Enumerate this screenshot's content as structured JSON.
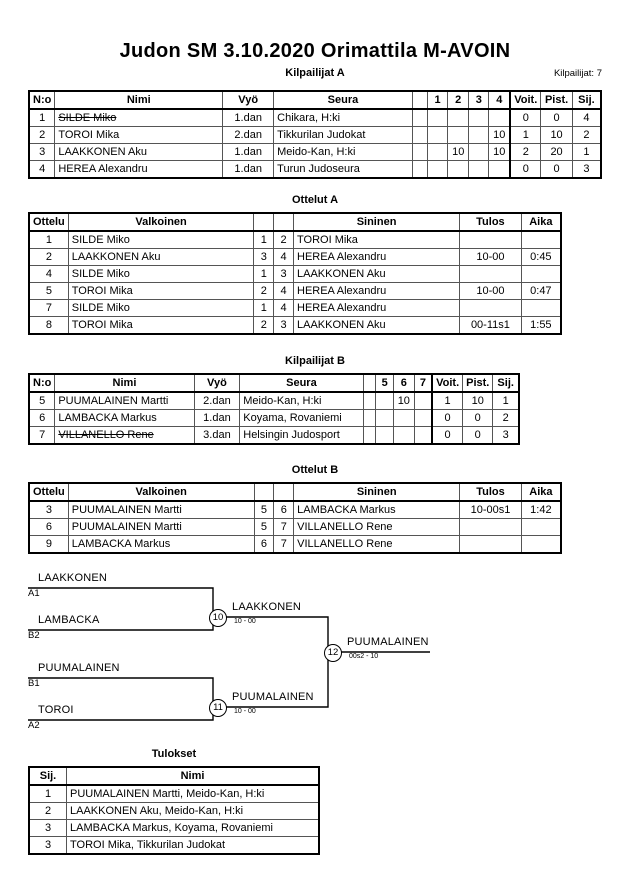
{
  "header": {
    "title": "Judon SM  3.10.2020  Orimattila   M-AVOIN",
    "subtitle": "Kilpailijat A",
    "entrants": "Kilpailijat: 7"
  },
  "pool_a": {
    "columns": [
      "N:o",
      "Nimi",
      "Vyö",
      "Seura",
      "",
      "1",
      "2",
      "3",
      "4",
      "Voit.",
      "Pist.",
      "Sij."
    ],
    "rows": [
      {
        "no": "1",
        "name": "SILDE Miko",
        "struck": true,
        "belt": "1.dan",
        "club": "Chikara, H:ki",
        "blank": "",
        "c1": "",
        "c2": "",
        "c3": "",
        "c4": "",
        "wins": "0",
        "points": "0",
        "rank": "4"
      },
      {
        "no": "2",
        "name": "TOROI Mika",
        "struck": false,
        "belt": "2.dan",
        "club": "Tikkurilan Judokat",
        "blank": "",
        "c1": "",
        "c2": "",
        "c3": "",
        "c4": "10",
        "wins": "1",
        "points": "10",
        "rank": "2"
      },
      {
        "no": "3",
        "name": "LAAKKONEN Aku",
        "struck": false,
        "belt": "1.dan",
        "club": "Meido-Kan, H:ki",
        "blank": "",
        "c1": "",
        "c2": "10",
        "c3": "",
        "c4": "10",
        "wins": "2",
        "points": "20",
        "rank": "1"
      },
      {
        "no": "4",
        "name": "HEREA Alexandru",
        "struck": false,
        "belt": "1.dan",
        "club": "Turun Judoseura",
        "blank": "",
        "c1": "",
        "c2": "",
        "c3": "",
        "c4": "",
        "wins": "0",
        "points": "0",
        "rank": "3"
      }
    ]
  },
  "matches_a": {
    "title": "Ottelut A",
    "columns": [
      "Ottelu",
      "Valkoinen",
      "",
      "",
      "Sininen",
      "Tulos",
      "Aika"
    ],
    "rows": [
      {
        "no": "1",
        "white": "SILDE Miko",
        "wn": "1",
        "bn": "2",
        "blue": "TOROI Mika",
        "result": "",
        "time": ""
      },
      {
        "no": "2",
        "white": "LAAKKONEN Aku",
        "wn": "3",
        "bn": "4",
        "blue": "HEREA Alexandru",
        "result": "10-00",
        "time": "0:45"
      },
      {
        "no": "4",
        "white": "SILDE Miko",
        "wn": "1",
        "bn": "3",
        "blue": "LAAKKONEN Aku",
        "result": "",
        "time": ""
      },
      {
        "no": "5",
        "white": "TOROI Mika",
        "wn": "2",
        "bn": "4",
        "blue": "HEREA Alexandru",
        "result": "10-00",
        "time": "0:47"
      },
      {
        "no": "7",
        "white": "SILDE Miko",
        "wn": "1",
        "bn": "4",
        "blue": "HEREA Alexandru",
        "result": "",
        "time": ""
      },
      {
        "no": "8",
        "white": "TOROI Mika",
        "wn": "2",
        "bn": "3",
        "blue": "LAAKKONEN Aku",
        "result": "00-11s1",
        "time": "1:55"
      }
    ]
  },
  "pool_b": {
    "title": "Kilpailijat B",
    "columns": [
      "N:o",
      "Nimi",
      "Vyö",
      "Seura",
      "",
      "5",
      "6",
      "7",
      "Voit.",
      "Pist.",
      "Sij."
    ],
    "rows": [
      {
        "no": "5",
        "name": "PUUMALAINEN Martti",
        "struck": false,
        "belt": "2.dan",
        "club": "Meido-Kan, H:ki",
        "blank": "",
        "c5": "",
        "c6": "10",
        "c7": "",
        "wins": "1",
        "points": "10",
        "rank": "1"
      },
      {
        "no": "6",
        "name": "LAMBACKA Markus",
        "struck": false,
        "belt": "1.dan",
        "club": "Koyama, Rovaniemi",
        "blank": "",
        "c5": "",
        "c6": "",
        "c7": "",
        "wins": "0",
        "points": "0",
        "rank": "2"
      },
      {
        "no": "7",
        "name": "VILLANELLO Rene",
        "struck": true,
        "belt": "3.dan",
        "club": "Helsingin Judosport",
        "blank": "",
        "c5": "",
        "c6": "",
        "c7": "",
        "wins": "0",
        "points": "0",
        "rank": "3"
      }
    ]
  },
  "matches_b": {
    "title": "Ottelut B",
    "columns": [
      "Ottelu",
      "Valkoinen",
      "",
      "",
      "Sininen",
      "Tulos",
      "Aika"
    ],
    "rows": [
      {
        "no": "3",
        "white": "PUUMALAINEN Martti",
        "wn": "5",
        "bn": "6",
        "blue": "LAMBACKA Markus",
        "result": "10-00s1",
        "time": "1:42"
      },
      {
        "no": "6",
        "white": "PUUMALAINEN Martti",
        "wn": "5",
        "bn": "7",
        "blue": "VILLANELLO Rene",
        "result": "",
        "time": ""
      },
      {
        "no": "9",
        "white": "LAMBACKA Markus",
        "wn": "6",
        "bn": "7",
        "blue": "VILLANELLO Rene",
        "result": "",
        "time": ""
      }
    ]
  },
  "bracket": {
    "entries": [
      {
        "name": "LAAKKONEN",
        "seed": "A1"
      },
      {
        "name": "LAMBACKA",
        "seed": "B2"
      },
      {
        "name": "PUUMALAINEN",
        "seed": "B1"
      },
      {
        "name": "TOROI",
        "seed": "A2"
      }
    ],
    "semis": [
      {
        "match_no": "10",
        "winner": "LAAKKONEN",
        "score": "10 - 00"
      },
      {
        "match_no": "11",
        "winner": "PUUMALAINEN",
        "score": "10 - 00"
      }
    ],
    "final": {
      "match_no": "12",
      "winner": "PUUMALAINEN",
      "score": "00s2 - 10"
    }
  },
  "results": {
    "title": "Tulokset",
    "columns": [
      "Sij.",
      "Nimi"
    ],
    "rows": [
      {
        "rank": "1",
        "name": "PUUMALAINEN Martti, Meido-Kan, H:ki"
      },
      {
        "rank": "2",
        "name": "LAAKKONEN Aku, Meido-Kan, H:ki"
      },
      {
        "rank": "3",
        "name": "LAMBACKA Markus, Koyama, Rovaniemi"
      },
      {
        "rank": "3",
        "name": "TOROI Mika, Tikkurilan Judokat"
      }
    ]
  }
}
